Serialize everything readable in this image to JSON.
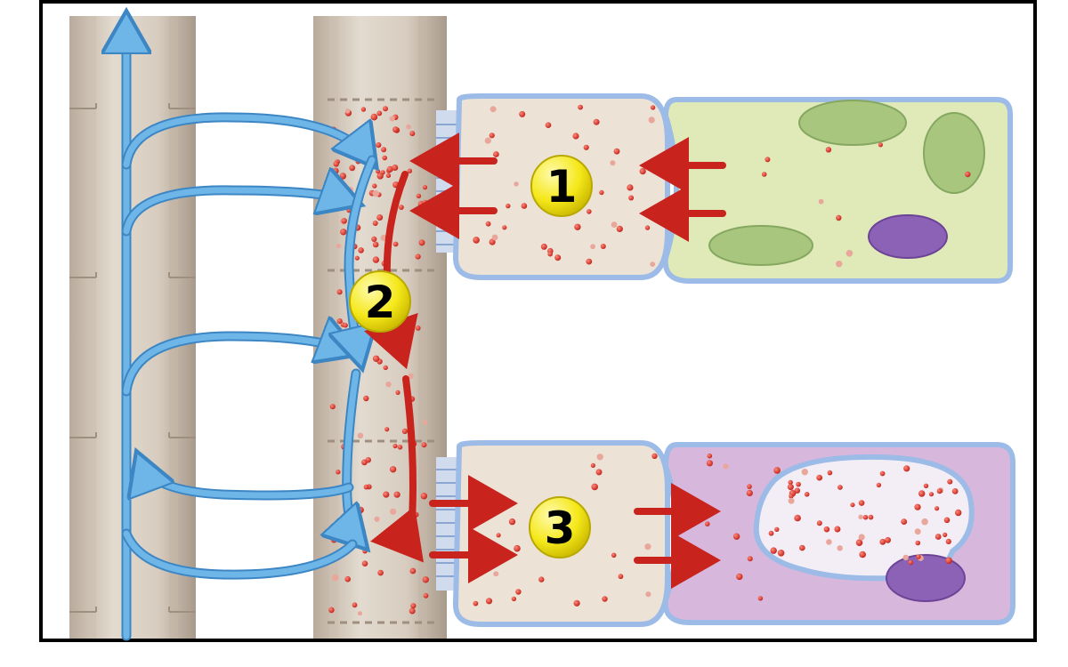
{
  "steps": [
    {
      "label": "1"
    },
    {
      "label": "2"
    },
    {
      "label": "3"
    }
  ],
  "colors": {
    "water": "#6fb6e8",
    "sugar": "#c8231d",
    "tube": "#d6cbbe",
    "source_cell": "#dfeab8",
    "sink_cell": "#d8b7dc",
    "companion_cell": "#ece2d6",
    "label_fill": "#f6ea1d"
  }
}
